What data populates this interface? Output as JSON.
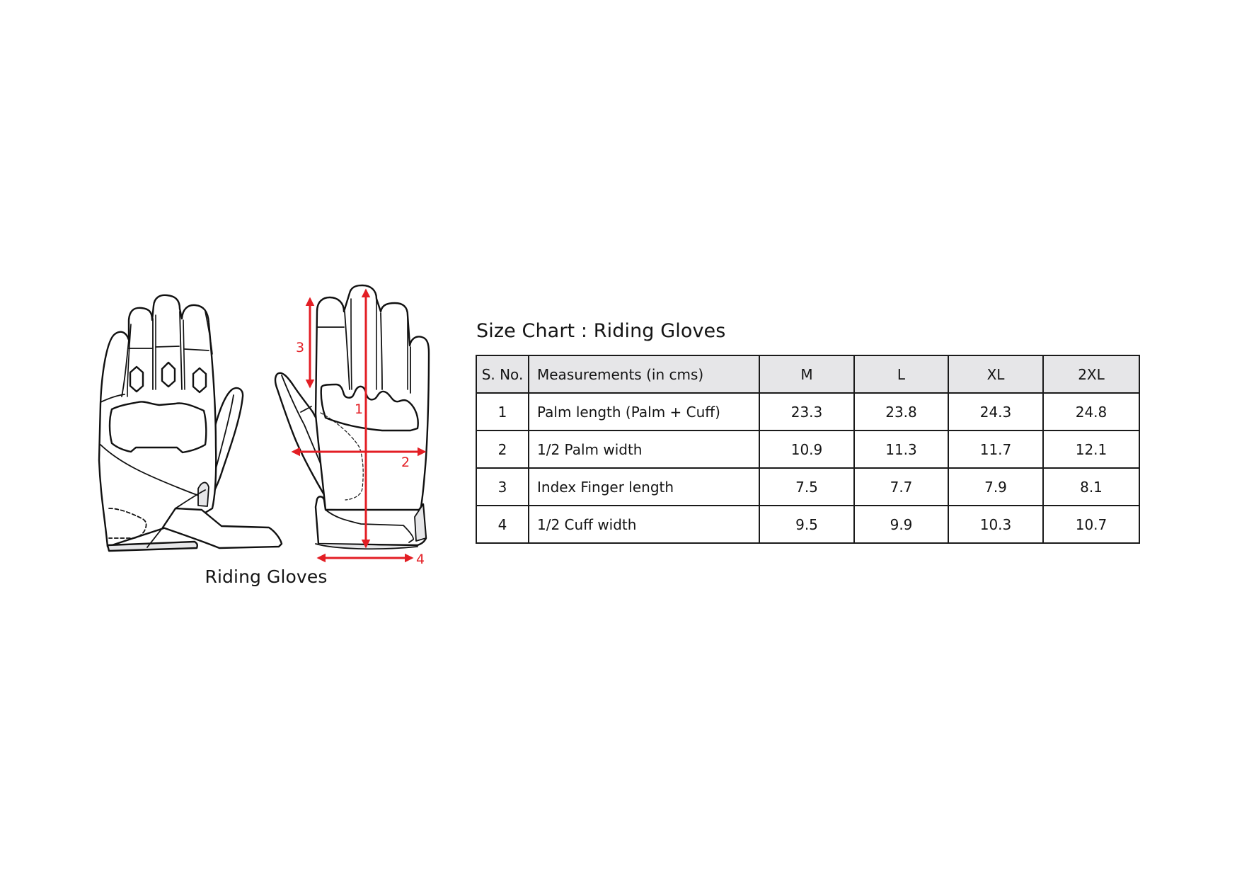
{
  "illustration": {
    "caption": "Riding Gloves",
    "views": [
      "back-of-glove",
      "palm-of-glove"
    ],
    "measure_labels": [
      "1",
      "2",
      "3",
      "4"
    ],
    "outline_color": "#111111",
    "accent_color": "#e31e24",
    "shade_color": "#e6e6e8"
  },
  "size_chart": {
    "title": "Size Chart : Riding Gloves",
    "header_bg": "#e6e6e8",
    "columns": [
      "S. No.",
      "Measurements (in cms)",
      "M",
      "L",
      "XL",
      "2XL"
    ],
    "rows": [
      {
        "sno": "1",
        "measurement": "Palm length (Palm + Cuff)",
        "M": "23.3",
        "L": "23.8",
        "XL": "24.3",
        "2XL": "24.8"
      },
      {
        "sno": "2",
        "measurement": "1/2 Palm width",
        "M": "10.9",
        "L": "11.3",
        "XL": "11.7",
        "2XL": "12.1"
      },
      {
        "sno": "3",
        "measurement": "Index Finger length",
        "M": "7.5",
        "L": "7.7",
        "XL": "7.9",
        "2XL": "8.1"
      },
      {
        "sno": "4",
        "measurement": "1/2 Cuff width",
        "M": "9.5",
        "L": "9.9",
        "XL": "10.3",
        "2XL": "10.7"
      }
    ]
  }
}
